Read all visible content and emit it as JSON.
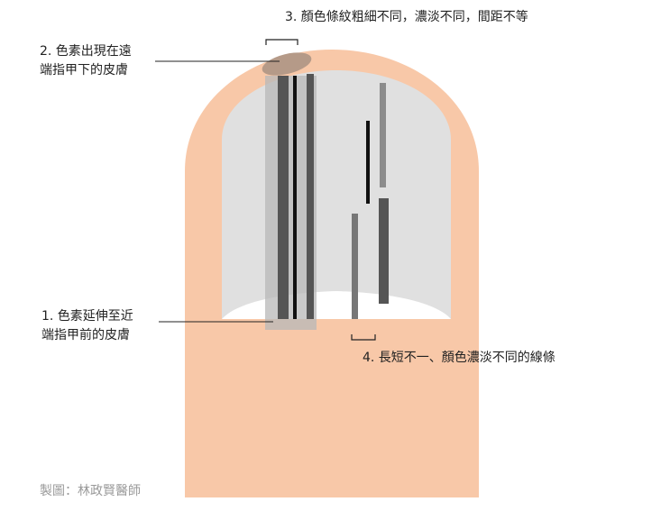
{
  "annotations": {
    "label_1": {
      "line1": "1. 色素延伸至近",
      "line2": "端指甲前的皮膚"
    },
    "label_2": {
      "line1": "2. 色素出現在遠",
      "line2": "端指甲下的皮膚"
    },
    "label_3": {
      "text": "3. 顏色條紋粗細不同，濃淡不同，間距不等"
    },
    "label_4": {
      "text": "4. 長短不一、顏色濃淡不同的線條"
    }
  },
  "credit": "製圖：林政賢醫師",
  "colors": {
    "skin": "#f8c8a8",
    "nail_plate": "#e0e0e0",
    "lunula": "#ffffff",
    "pigment_band": "#b8b8b8",
    "dark_line": "#111111",
    "medium_line": "#555555",
    "light_line": "#8c8c8c",
    "pigment_spot": "#b59a88",
    "annotation_line": "#222222"
  }
}
